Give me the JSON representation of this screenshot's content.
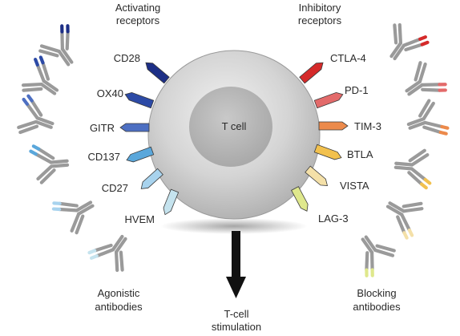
{
  "headings": {
    "activating": [
      "Activating",
      "receptors"
    ],
    "inhibitory": [
      "Inhibitory",
      "receptors"
    ],
    "agonistic": [
      "Agonistic",
      "antibodies"
    ],
    "blocking": [
      "Blocking",
      "antibodies"
    ],
    "stimulation": [
      "T-cell",
      "stimulation"
    ]
  },
  "cell": {
    "label": "T cell"
  },
  "activating_receptors": [
    {
      "label": "CD28",
      "color": "#1d2f86"
    },
    {
      "label": "OX40",
      "color": "#2c4aa6"
    },
    {
      "label": "GITR",
      "color": "#4d6fc2"
    },
    {
      "label": "CD137",
      "color": "#5aa7db"
    },
    {
      "label": "CD27",
      "color": "#a8d3ee"
    },
    {
      "label": "HVEM",
      "color": "#c5e3ee"
    }
  ],
  "inhibitory_receptors": [
    {
      "label": "CTLA-4",
      "color": "#d52a2a"
    },
    {
      "label": "PD-1",
      "color": "#e36a6a"
    },
    {
      "label": "TIM-3",
      "color": "#ec8a4b"
    },
    {
      "label": "BTLA",
      "color": "#f2c14e"
    },
    {
      "label": "VISTA",
      "color": "#f4e0a8"
    },
    {
      "label": "LAG-3",
      "color": "#dfe88c"
    }
  ]
}
